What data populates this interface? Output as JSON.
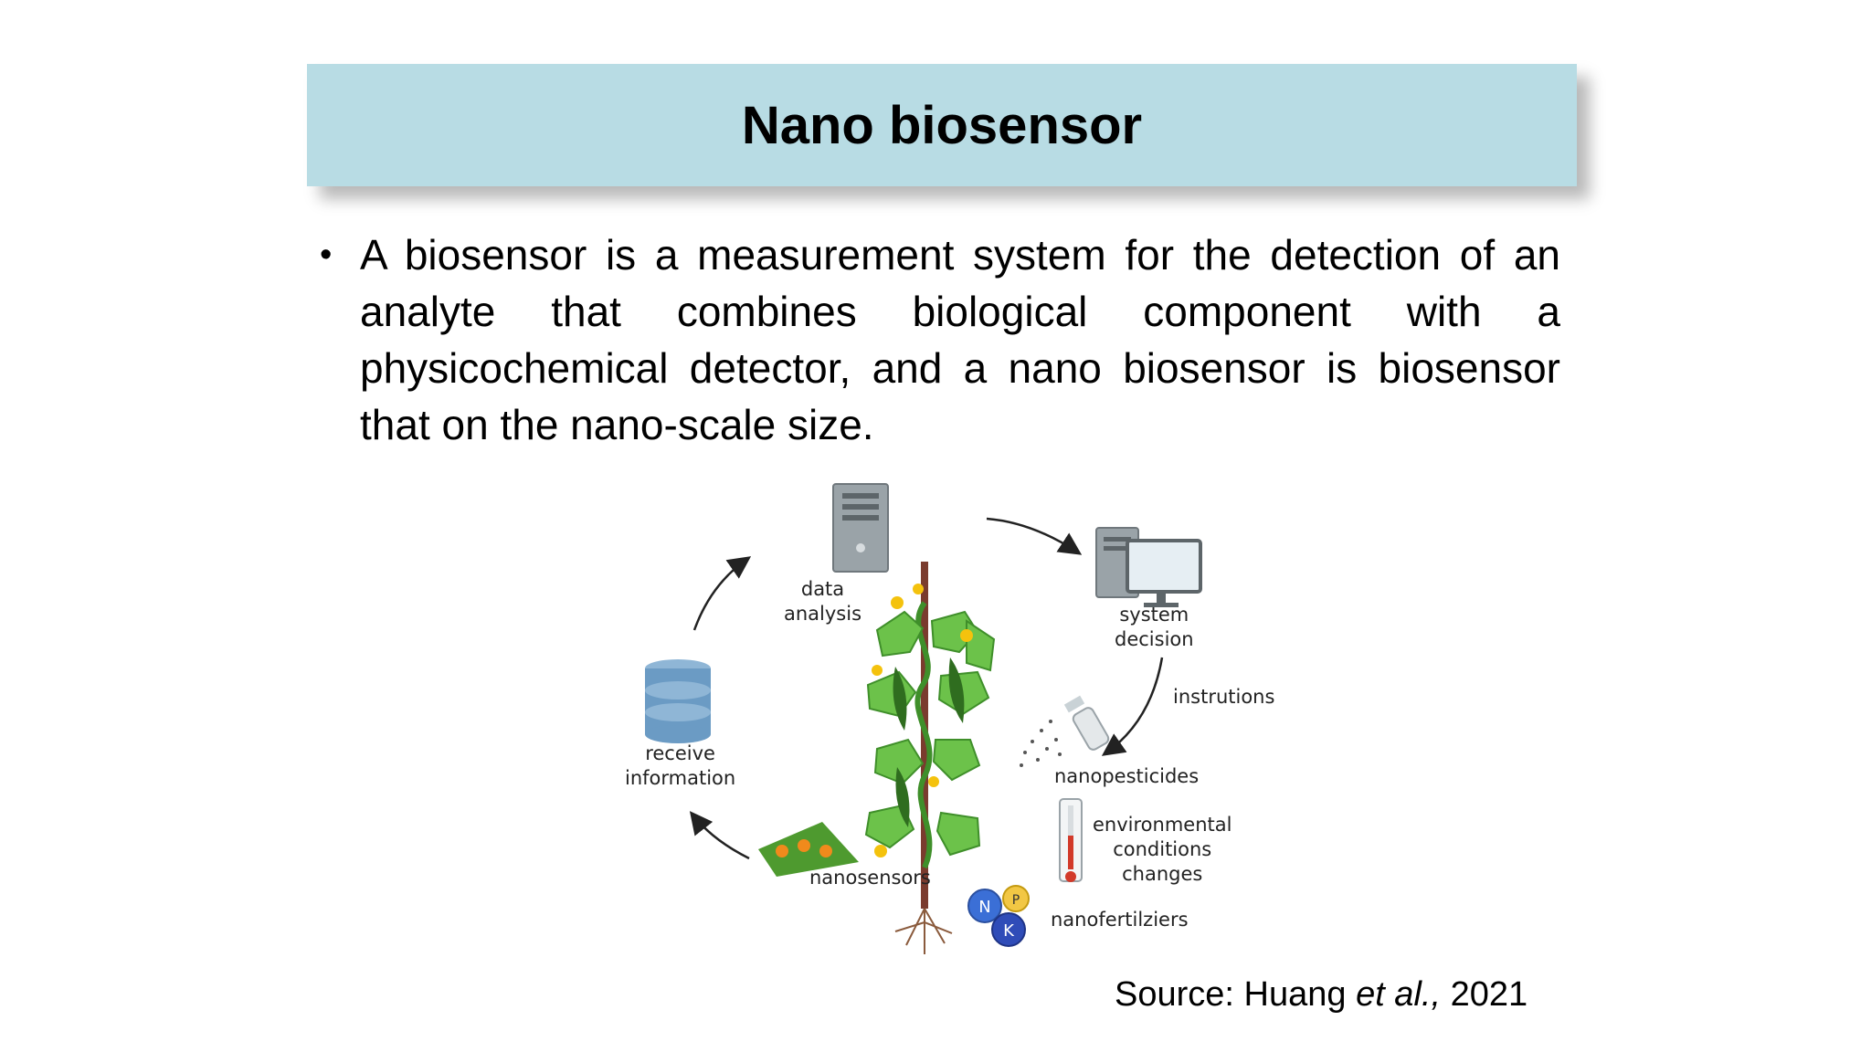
{
  "slide": {
    "title": "Nano biosensor",
    "bullet_marker": "•",
    "bullet_text": "A biosensor is a measurement system for the detection of an analyte that combines biological component with a physicochemical detector, and a nano biosensor is biosensor that on the nano-scale size.",
    "source_prefix": "Source: Huang ",
    "source_italic": "et al.,",
    "source_year": " 2021"
  },
  "figure": {
    "labels": {
      "data_analysis": "data\nanalysis",
      "system_decision": "system\ndecision",
      "instrutions": "instrutions",
      "nanopesticides": "nanopesticides",
      "environmental": "environmental\nconditions\nchanges",
      "nanofertilziers": "nanofertilziers",
      "nanosensors": "nanosensors",
      "receive_information": "receive\ninformation"
    },
    "nutrients": [
      "N",
      "P",
      "K"
    ],
    "colors": {
      "title_bar": "#b8dce4",
      "leaf": "#6cc24a",
      "leaf_dark": "#3f8f2a",
      "flower": "#f4c20d",
      "n_circle": "#3b6fd6",
      "p_circle": "#f2c744",
      "k_circle": "#2f4cb8",
      "database": "#6b9bc4"
    },
    "icons": [
      "server-icon",
      "computer-monitor-icon",
      "database-icon",
      "spray-bottle-icon",
      "thermometer-icon",
      "plant-icon"
    ]
  }
}
